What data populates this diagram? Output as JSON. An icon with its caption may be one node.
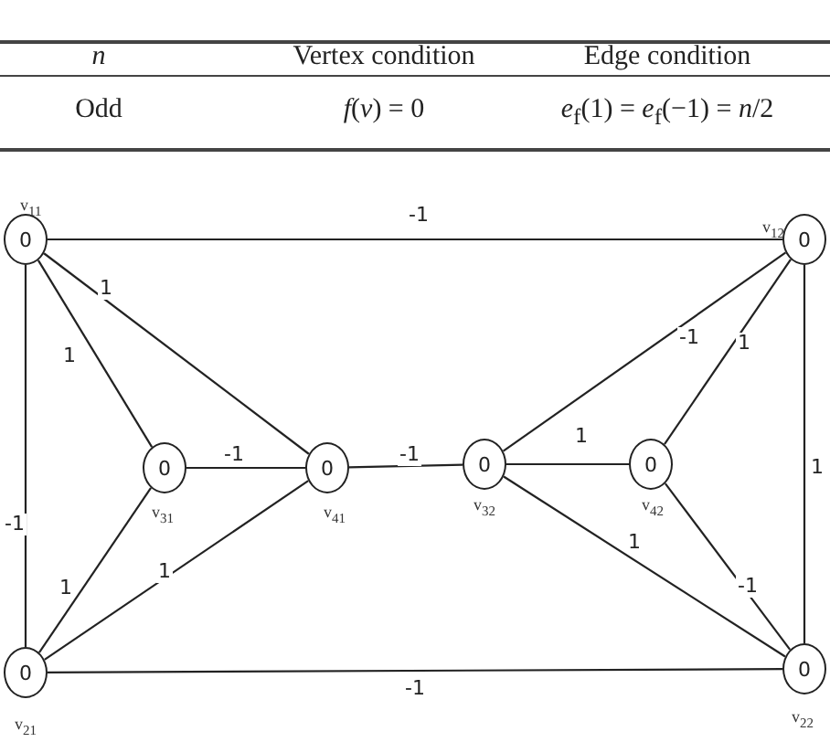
{
  "diagram": {
    "nodes": [
      {
        "text": [
          "0"
        ],
        "beside": [
          "v$_{11}$"
        ]
      },
      {
        "text": [
          "0"
        ],
        "beside": [
          "v$_{12}$"
        ]
      },
      {
        "text": [
          "0"
        ],
        "beside": [
          "v$_{31}$"
        ]
      },
      {
        "text": [
          "0"
        ],
        "beside": [
          "v$_{41}$"
        ]
      },
      {
        "text": [
          "0"
        ],
        "beside": [
          "v$_{32}$"
        ]
      },
      {
        "text": [
          "0"
        ],
        "beside": [
          "v$_{42}$"
        ]
      },
      {
        "text": [
          "0"
        ],
        "beside": [
          "v$_{21}$"
        ]
      },
      {
        "text": [
          "0"
        ],
        "beside": [
          "v$_{22}$"
        ]
      }
    ],
    "edges": [
      {
        "from": 0,
        "to": 1,
        "arrow": "none",
        "label": "-1"
      },
      {
        "from": 0,
        "to": 6,
        "arrow": "none",
        "label": "-1"
      },
      {
        "from": 0,
        "to": 2,
        "arrow": "none",
        "label": "1"
      },
      {
        "from": 0,
        "to": 3,
        "arrow": "none",
        "label": "1"
      },
      {
        "from": 2,
        "to": 3,
        "arrow": "none",
        "label": "-1"
      },
      {
        "from": 3,
        "to": 4,
        "arrow": "none",
        "label": "-1"
      },
      {
        "from": 6,
        "to": 2,
        "arrow": "none",
        "label": "1"
      },
      {
        "from": 6,
        "to": 3,
        "arrow": "none",
        "label": "1"
      },
      {
        "from": 6,
        "to": 7,
        "arrow": "none",
        "label": "-1"
      },
      {
        "from": 4,
        "to": 5,
        "arrow": "none",
        "label": "1"
      },
      {
        "from": 4,
        "to": 1,
        "arrow": "none",
        "label": "-1"
      },
      {
        "from": 5,
        "to": 1,
        "arrow": "none",
        "label": "1"
      },
      {
        "from": 4,
        "to": 7,
        "arrow": "none",
        "label": "1"
      },
      {
        "from": 5,
        "to": 7,
        "arrow": "none",
        "label": "-1"
      },
      {
        "from": 1,
        "to": 7,
        "arrow": "none",
        "label": "1"
      }
    ],
    "labels": [
      "n",
      "Vertex condition",
      "Edge condition",
      "Odd",
      "*f*(*v*) = 0",
      "*e*$_{f}$(1) = *e*$_{f}$(−1) = *n*/2"
    ]
  }
}
